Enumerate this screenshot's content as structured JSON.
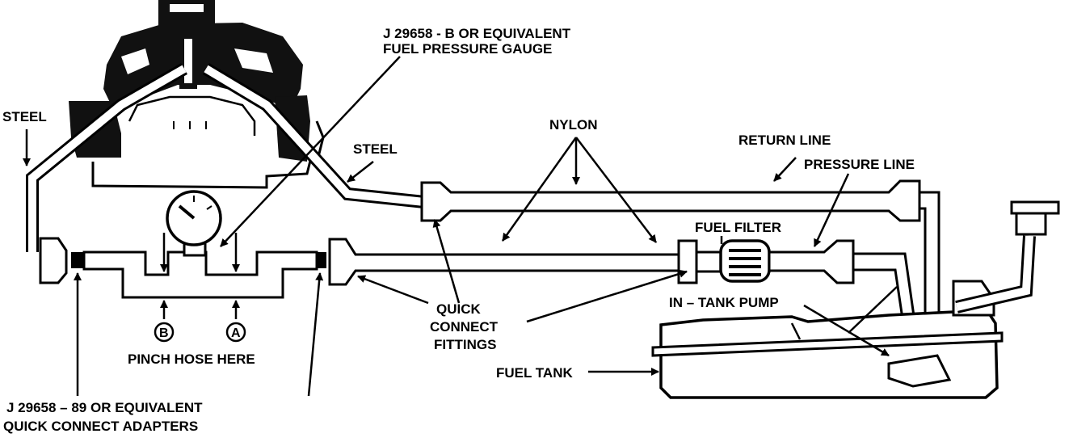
{
  "diagram": {
    "labels": {
      "steel_left": "STEEL",
      "steel_right": "STEEL",
      "gauge_line1": "J 29658 - B OR EQUIVALENT",
      "gauge_line2": "FUEL PRESSURE GAUGE",
      "nylon": "NYLON",
      "return_line": "RETURN LINE",
      "pressure_line": "PRESSURE LINE",
      "fuel_filter": "FUEL FILTER",
      "in_tank_pump": "IN – TANK PUMP",
      "quick_connect_line1": "QUICK",
      "quick_connect_line2": "CONNECT",
      "quick_connect_line3": "FITTINGS",
      "fuel_tank": "FUEL TANK",
      "point_b": "B",
      "point_a": "A",
      "pinch_hose": "PINCH HOSE HERE",
      "adapters_line1": "J 29658 – 89  OR EQUIVALENT",
      "adapters_line2": "QUICK CONNECT ADAPTERS"
    }
  }
}
